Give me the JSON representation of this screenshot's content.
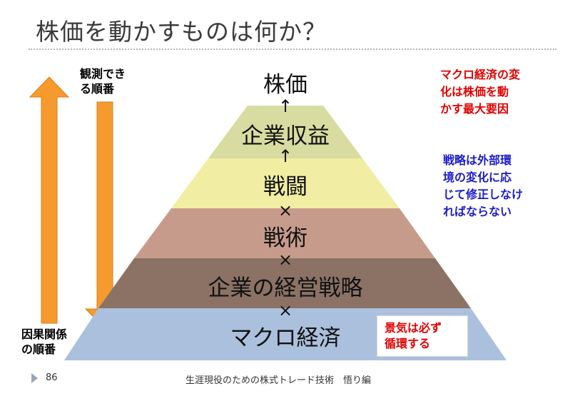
{
  "slide": {
    "title": "株価を動かすものは何か？",
    "page_number": "86",
    "footer": "生涯現役のための株式トレード技術　悟り編"
  },
  "pyramid": {
    "layers": [
      {
        "label": "株価",
        "color": "#ffffff"
      },
      {
        "label": "企業収益",
        "color": "#d8dca0"
      },
      {
        "label": "戦闘",
        "color": "#f1eda2"
      },
      {
        "label": "戦術",
        "color": "#c79b8c"
      },
      {
        "label": "企業の経営戦略",
        "color": "#8b7265"
      },
      {
        "label": "マクロ経済",
        "color": "#aac0dd"
      }
    ],
    "connectors": [
      "↑",
      "↑",
      "×",
      "×",
      "×"
    ]
  },
  "arrows": {
    "up_color": "#f79a2e",
    "down_color": "#f79a2e",
    "observe_label": [
      "観測でき",
      "る順番"
    ],
    "causal_label": [
      "因果関係",
      "の順番"
    ]
  },
  "notes": {
    "macro": [
      "マクロ経済の変",
      "化は株価を動",
      "かす最大要因"
    ],
    "strategy": [
      "戦略は外部環",
      "境の変化に応",
      "じて修正しなけ",
      "ればならない"
    ],
    "cycle": [
      "景気は必ず",
      "循環する"
    ]
  }
}
